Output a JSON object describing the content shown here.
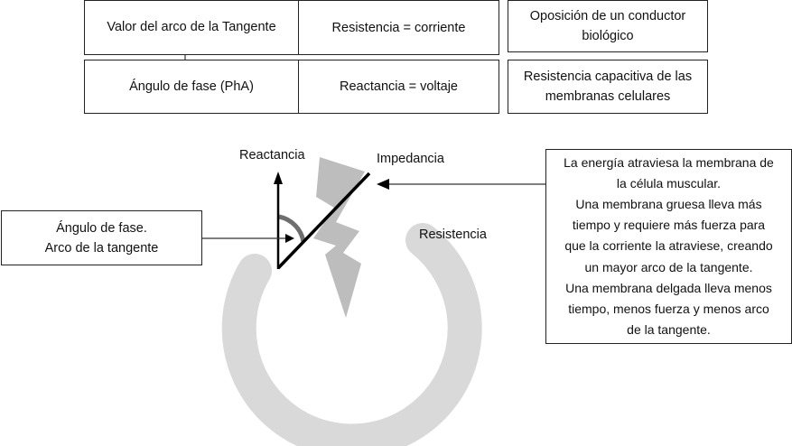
{
  "table": {
    "r1c1": "Valor del arco de la Tangente",
    "r1c2": "Resistencia = corriente",
    "r1c3": [
      "Oposición de un conductor",
      "biológico"
    ],
    "r2c1": "Ángulo de fase (PhA)",
    "r2c2": "Reactancia = voltaje",
    "r2c3": [
      "Resistencia capacitiva de las",
      "membranas celulares"
    ]
  },
  "labels": {
    "reactancia": "Reactancia",
    "impedancia": "Impedancia",
    "resistencia": "Resistencia"
  },
  "left_box": [
    "Ángulo de fase.",
    "Arco de la tangente"
  ],
  "right_box": [
    "La energía atraviesa la membrana de",
    "la célula muscular.",
    "Una membrana gruesa lleva más",
    "tiempo y requiere más fuerza para",
    "que la corriente la atraviese, creando",
    "un mayor arco de la tangente.",
    "Una membrana delgada lleva menos",
    "tiempo, menos fuerza y menos arco",
    "de la tangente."
  ],
  "colors": {
    "ring": "#d9d9d9",
    "bolt": "#bdbdbd",
    "arc": "#6e6e6e",
    "line": "#000000"
  }
}
